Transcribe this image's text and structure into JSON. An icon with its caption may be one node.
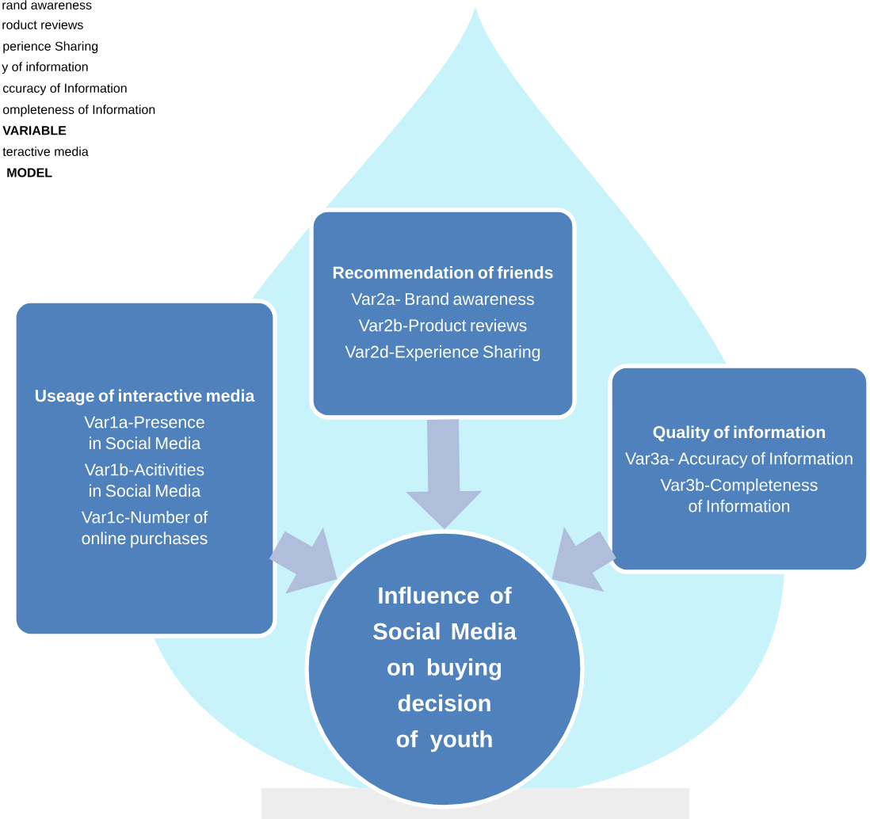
{
  "diagram": {
    "nodes": [
      {
        "text": [
          "Useage of interactive media",
          "Var1a-Presence in Social Media",
          "Var1b-Acitivities in Social Media",
          "Var1c-Number of online purchases"
        ]
      },
      {
        "text": [
          "Recommendation of friends",
          "Var2a- Brand awareness",
          "Var2b-Product reviews",
          "Var2d-Experience Sharing"
        ]
      },
      {
        "text": [
          "Quality of information",
          "Var3a- Accuracy of Information",
          "Var3b-Completeness of Information"
        ]
      },
      {
        "text": [
          "Influence of Social Media on buying decision of youth"
        ]
      }
    ],
    "edges": [
      {
        "from": 0,
        "to": 3,
        "arrow": "to"
      },
      {
        "from": 1,
        "to": 3,
        "arrow": "to"
      },
      {
        "from": 2,
        "to": 3,
        "arrow": "to"
      }
    ],
    "labels": [
      "rand awareness",
      "roduct reviews",
      "perience Sharing",
      "y of information",
      "ccuracy of Information",
      "ompleteness of Information",
      "VARIABLE",
      "teractive media",
      "MODEL"
    ]
  }
}
